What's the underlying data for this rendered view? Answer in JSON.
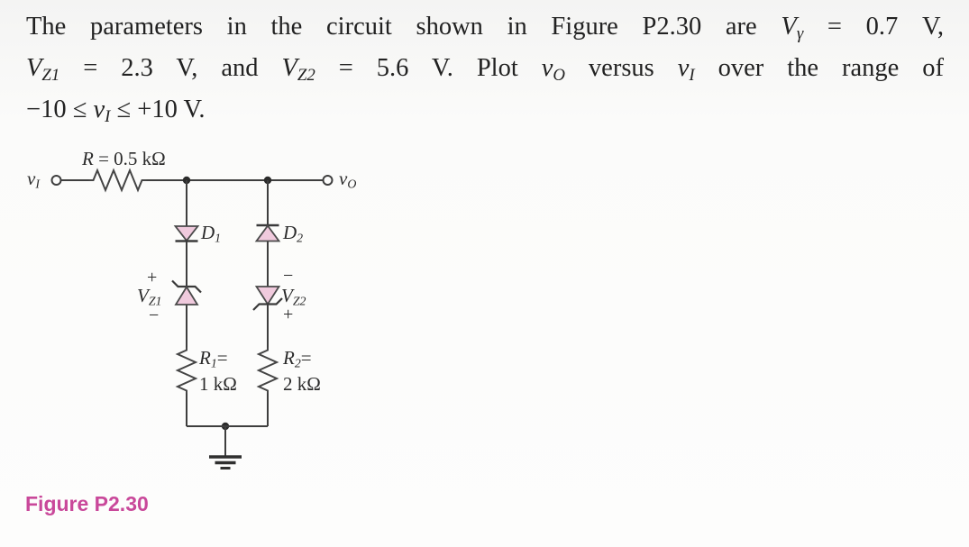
{
  "problem_text": {
    "line1": {
      "s0": "The parameters in the circuit shown in Figure P2.30 are ",
      "m0": "V",
      "m0s": "γ",
      "s1": " = 0.7 V,"
    },
    "line2": {
      "m0": "V",
      "m0s": "Z1",
      "s0": " = 2.3 V, and ",
      "m1": "V",
      "m1s": "Z2",
      "s1": " = 5.6 V. Plot ",
      "m2": "v",
      "m2s": "O",
      "s2": " versus ",
      "m3": "v",
      "m3s": "I",
      "s3": " over the range of"
    },
    "line3": {
      "s0": "−10 ≤ ",
      "m0": "v",
      "m0s": "I",
      "s1": " ≤ +10 V."
    }
  },
  "circuit": {
    "source_resistor": {
      "name": "R",
      "value": " = 0.5 kΩ"
    },
    "input": {
      "base": "v",
      "sub": "I"
    },
    "output": {
      "base": "v",
      "sub": "O"
    },
    "diode1": {
      "base": "D",
      "sub": "1"
    },
    "diode2": {
      "base": "D",
      "sub": "2"
    },
    "zener1": {
      "plus": "+",
      "base": "V",
      "sub": "Z1",
      "minus": "−"
    },
    "zener2": {
      "minus": "−",
      "base": "V",
      "sub": "Z2",
      "plus": "+"
    },
    "resistor1": {
      "base": "R",
      "sub": "1",
      "eq": "=",
      "value": "1 kΩ"
    },
    "resistor2": {
      "base": "R",
      "sub": "2",
      "eq": "=",
      "value": "2 kΩ"
    }
  },
  "figure_caption": "Figure P2.30",
  "colors": {
    "diode_fill": "#f0cadd",
    "wire": "#3e3e3e",
    "caption": "#c9489a",
    "text": "#222222"
  }
}
